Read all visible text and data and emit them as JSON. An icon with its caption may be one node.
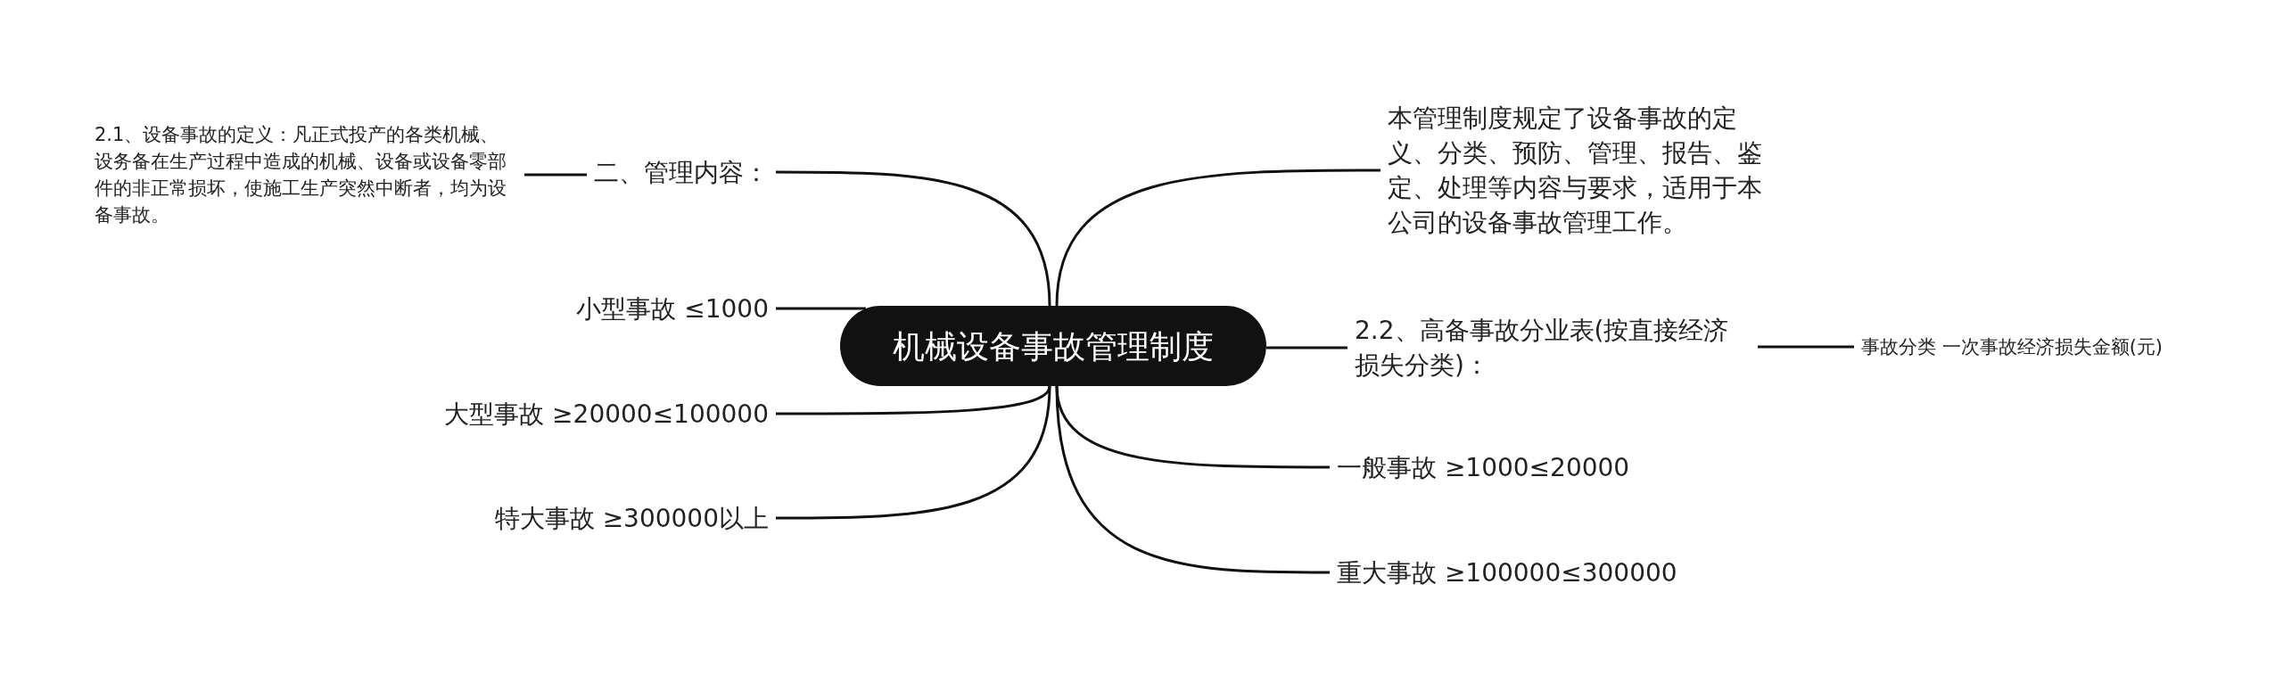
{
  "diagram": {
    "nodes": [
      {
        "text": [
          "机械设备事故管理制度"
        ]
      },
      {
        "text": [
          "二、管理内容："
        ]
      },
      {
        "text": [
          "2.1、设备事故的定义：凡正式投产的各类机械、设务备在生产过程中造成的机械、设备或设备零部件的非正常损坏，使施工生产突然中断者，均为设备事故。"
        ]
      },
      {
        "text": [
          "小型事故 ≤1000"
        ]
      },
      {
        "text": [
          "大型事故 ≥20000≤100000"
        ]
      },
      {
        "text": [
          "特大事故 ≥300000以上"
        ]
      },
      {
        "text": [
          "本管理制度规定了设备事故的定义、分类、预防、管理、报告、鉴定、处理等内容与要求，适用于本公司的设备事故管理工作。"
        ]
      },
      {
        "text": [
          "2.2、高备事故分业表(按直接经济损失分类)："
        ]
      },
      {
        "text": [
          "事故分类 一次事故经济损失金额(元)"
        ]
      },
      {
        "text": [
          "一般事故 ≥1000≤20000"
        ]
      },
      {
        "text": [
          "重大事故 ≥100000≤300000"
        ]
      }
    ],
    "edges": [
      {
        "from": 0,
        "to": 1,
        "arrow": "none"
      },
      {
        "from": 1,
        "to": 2,
        "arrow": "none"
      },
      {
        "from": 0,
        "to": 3,
        "arrow": "none"
      },
      {
        "from": 0,
        "to": 4,
        "arrow": "none"
      },
      {
        "from": 0,
        "to": 5,
        "arrow": "none"
      },
      {
        "from": 0,
        "to": 6,
        "arrow": "none"
      },
      {
        "from": 0,
        "to": 7,
        "arrow": "none"
      },
      {
        "from": 7,
        "to": 8,
        "arrow": "none"
      },
      {
        "from": 0,
        "to": 9,
        "arrow": "none"
      },
      {
        "from": 0,
        "to": 10,
        "arrow": "none"
      }
    ]
  }
}
